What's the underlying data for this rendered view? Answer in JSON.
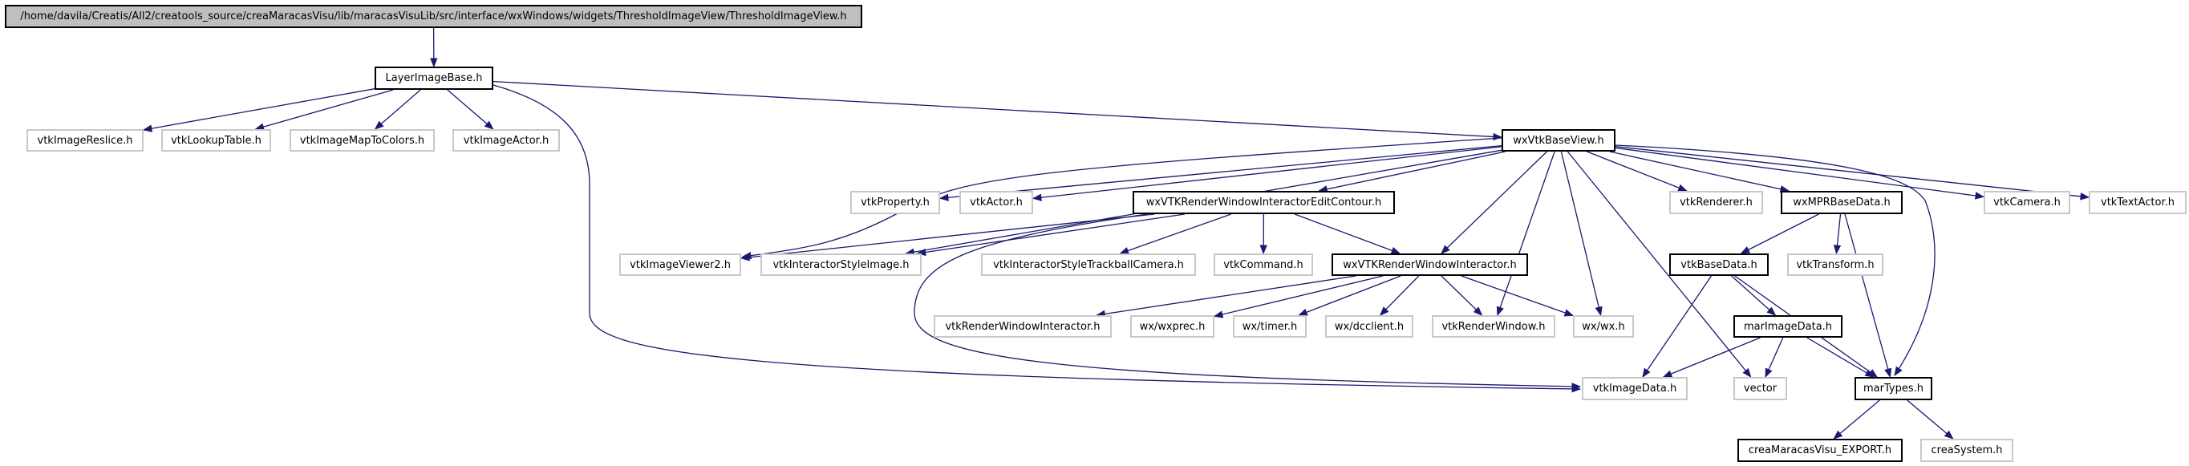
{
  "nodes": {
    "root": "/home/davila/Creatis/All2/creatools_source/creaMaracasVisu/lib/maracasVisuLib/src/interface/wxWindows/widgets/ThresholdImageView/ThresholdImageView.h",
    "layer": "LayerImageBase.h",
    "reslice": "vtkImageReslice.h",
    "lut": "vtkLookupTable.h",
    "maptocolors": "vtkImageMapToColors.h",
    "imageactor": "vtkImageActor.h",
    "basecview": "wxVtkBaseView.h",
    "property": "vtkProperty.h",
    "actor": "vtkActor.h",
    "editcontour": "wxVTKRenderWindowInteractorEditContour.h",
    "renderer": "vtkRenderer.h",
    "mprbase": "wxMPRBaseData.h",
    "camera": "vtkCamera.h",
    "textactor": "vtkTextActor.h",
    "viewer2": "vtkImageViewer2.h",
    "styleimage": "vtkInteractorStyleImage.h",
    "trackball": "vtkInteractorStyleTrackballCamera.h",
    "command": "vtkCommand.h",
    "wxrwi": "wxVTKRenderWindowInteractor.h",
    "basedata": "vtkBaseData.h",
    "transform": "vtkTransform.h",
    "rwi": "vtkRenderWindowInteractor.h",
    "wxprec": "wx/wxprec.h",
    "timer": "wx/timer.h",
    "dcclient": "wx/dcclient.h",
    "renderwindow": "vtkRenderWindow.h",
    "wxwx": "wx/wx.h",
    "marimage": "marImageData.h",
    "imagedata": "vtkImageData.h",
    "vector": "vector",
    "martypes": "marTypes.h",
    "export": "creaMaracasVisu_EXPORT.h",
    "system": "creaSystem.h"
  },
  "edges": [
    [
      "root",
      "layer"
    ],
    [
      "layer",
      "reslice"
    ],
    [
      "layer",
      "lut"
    ],
    [
      "layer",
      "maptocolors"
    ],
    [
      "layer",
      "imageactor"
    ],
    [
      "layer",
      "basecview"
    ],
    [
      "layer",
      "imagedata"
    ],
    [
      "basecview",
      "property"
    ],
    [
      "basecview",
      "actor"
    ],
    [
      "basecview",
      "viewer2"
    ],
    [
      "basecview",
      "styleimage"
    ],
    [
      "basecview",
      "editcontour"
    ],
    [
      "basecview",
      "wxrwi"
    ],
    [
      "basecview",
      "renderwindow"
    ],
    [
      "basecview",
      "wxwx"
    ],
    [
      "basecview",
      "vector"
    ],
    [
      "basecview",
      "renderer"
    ],
    [
      "basecview",
      "mprbase"
    ],
    [
      "basecview",
      "camera"
    ],
    [
      "basecview",
      "textactor"
    ],
    [
      "basecview",
      "martypes"
    ],
    [
      "editcontour",
      "viewer2"
    ],
    [
      "editcontour",
      "styleimage"
    ],
    [
      "editcontour",
      "trackball"
    ],
    [
      "editcontour",
      "command"
    ],
    [
      "editcontour",
      "wxrwi"
    ],
    [
      "editcontour",
      "imagedata"
    ],
    [
      "wxrwi",
      "rwi"
    ],
    [
      "wxrwi",
      "wxprec"
    ],
    [
      "wxrwi",
      "timer"
    ],
    [
      "wxrwi",
      "dcclient"
    ],
    [
      "wxrwi",
      "renderwindow"
    ],
    [
      "wxrwi",
      "wxwx"
    ],
    [
      "mprbase",
      "basedata"
    ],
    [
      "mprbase",
      "transform"
    ],
    [
      "mprbase",
      "martypes"
    ],
    [
      "basedata",
      "imagedata"
    ],
    [
      "basedata",
      "marimage"
    ],
    [
      "basedata",
      "martypes"
    ],
    [
      "marimage",
      "imagedata"
    ],
    [
      "marimage",
      "vector"
    ],
    [
      "marimage",
      "martypes"
    ],
    [
      "martypes",
      "export"
    ],
    [
      "martypes",
      "system"
    ]
  ],
  "colors": {
    "edge": "#191970",
    "root_fill": "#bfbfbf",
    "strong_border": "#000000",
    "weak_border": "#c8c8c8"
  }
}
